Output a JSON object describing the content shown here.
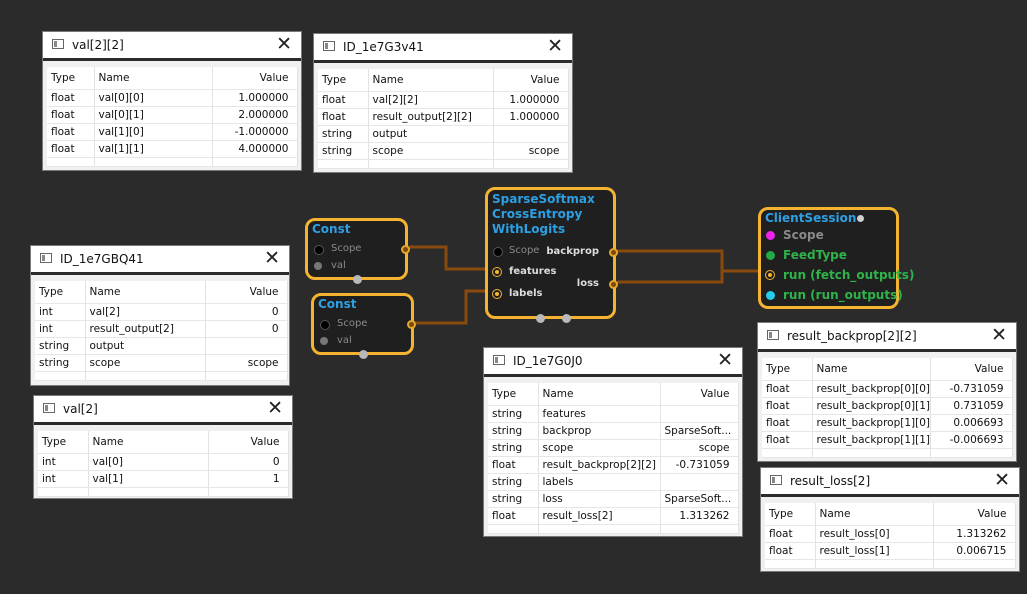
{
  "colors": {
    "background": "#2b2b2b",
    "node_border": "#f4b431",
    "node_title": "#2e9fe3",
    "wire": "#8a4a0c",
    "port_scope": "#ee22ee",
    "port_feedtype": "#22aa44",
    "port_run_outputs": "#22ccee"
  },
  "windows": {
    "w1": {
      "title": "val[2][2]",
      "headers": [
        "Type",
        "Name",
        "Value"
      ],
      "rows": [
        [
          "float",
          "val[0][0]",
          "1.000000"
        ],
        [
          "float",
          "val[0][1]",
          "2.000000"
        ],
        [
          "float",
          "val[1][0]",
          "-1.000000"
        ],
        [
          "float",
          "val[1][1]",
          "4.000000"
        ]
      ]
    },
    "w2": {
      "title": "ID_1e7G3v41",
      "headers": [
        "Type",
        "Name",
        "Value"
      ],
      "rows": [
        [
          "float",
          "val[2][2]",
          "1.000000"
        ],
        [
          "float",
          "result_output[2][2]",
          "1.000000"
        ],
        [
          "string",
          "output",
          ""
        ],
        [
          "string",
          "scope",
          "scope"
        ]
      ]
    },
    "w3": {
      "title": "ID_1e7GBQ41",
      "headers": [
        "Type",
        "Name",
        "Value"
      ],
      "rows": [
        [
          "int",
          "val[2]",
          "0"
        ],
        [
          "int",
          "result_output[2]",
          "0"
        ],
        [
          "string",
          "output",
          ""
        ],
        [
          "string",
          "scope",
          "scope"
        ]
      ]
    },
    "w4": {
      "title": "val[2]",
      "headers": [
        "Type",
        "Name",
        "Value"
      ],
      "rows": [
        [
          "int",
          "val[0]",
          "0"
        ],
        [
          "int",
          "val[1]",
          "1"
        ]
      ]
    },
    "w5": {
      "title": "ID_1e7G0J0",
      "headers": [
        "Type",
        "Name",
        "Value"
      ],
      "rows": [
        [
          "string",
          "features",
          ""
        ],
        [
          "string",
          "backprop",
          "SparseSoft..."
        ],
        [
          "string",
          "scope",
          "scope"
        ],
        [
          "float",
          "result_backprop[2][2]",
          "-0.731059"
        ],
        [
          "string",
          "labels",
          ""
        ],
        [
          "string",
          "loss",
          "SparseSoft..."
        ],
        [
          "float",
          "result_loss[2]",
          "1.313262"
        ]
      ]
    },
    "w6": {
      "title": "result_backprop[2][2]",
      "headers": [
        "Type",
        "Name",
        "Value"
      ],
      "rows": [
        [
          "float",
          "result_backprop[0][0]",
          "-0.731059"
        ],
        [
          "float",
          "result_backprop[0][1]",
          "0.731059"
        ],
        [
          "float",
          "result_backprop[1][0]",
          "0.006693"
        ],
        [
          "float",
          "result_backprop[1][1]",
          "-0.006693"
        ]
      ]
    },
    "w7": {
      "title": "result_loss[2]",
      "headers": [
        "Type",
        "Name",
        "Value"
      ],
      "rows": [
        [
          "float",
          "result_loss[0]",
          "1.313262"
        ],
        [
          "float",
          "result_loss[1]",
          "0.006715"
        ]
      ]
    }
  },
  "nodes": {
    "const1": {
      "title": "Const",
      "scope": "Scope",
      "val": "val"
    },
    "const2": {
      "title": "Const",
      "scope": "Scope",
      "val": "val"
    },
    "softmax": {
      "title_lines": [
        "SparseSoftmax",
        "CrossEntropy",
        "WithLogits"
      ],
      "scope": "Scope",
      "features": "features",
      "labels": "labels",
      "backprop": "backprop",
      "loss": "loss"
    },
    "session": {
      "title": "ClientSession",
      "scope": "Scope",
      "feedtype": "FeedType",
      "run_fetch": "run (fetch_outputs)",
      "run_outputs": "run (run_outputs)"
    }
  }
}
